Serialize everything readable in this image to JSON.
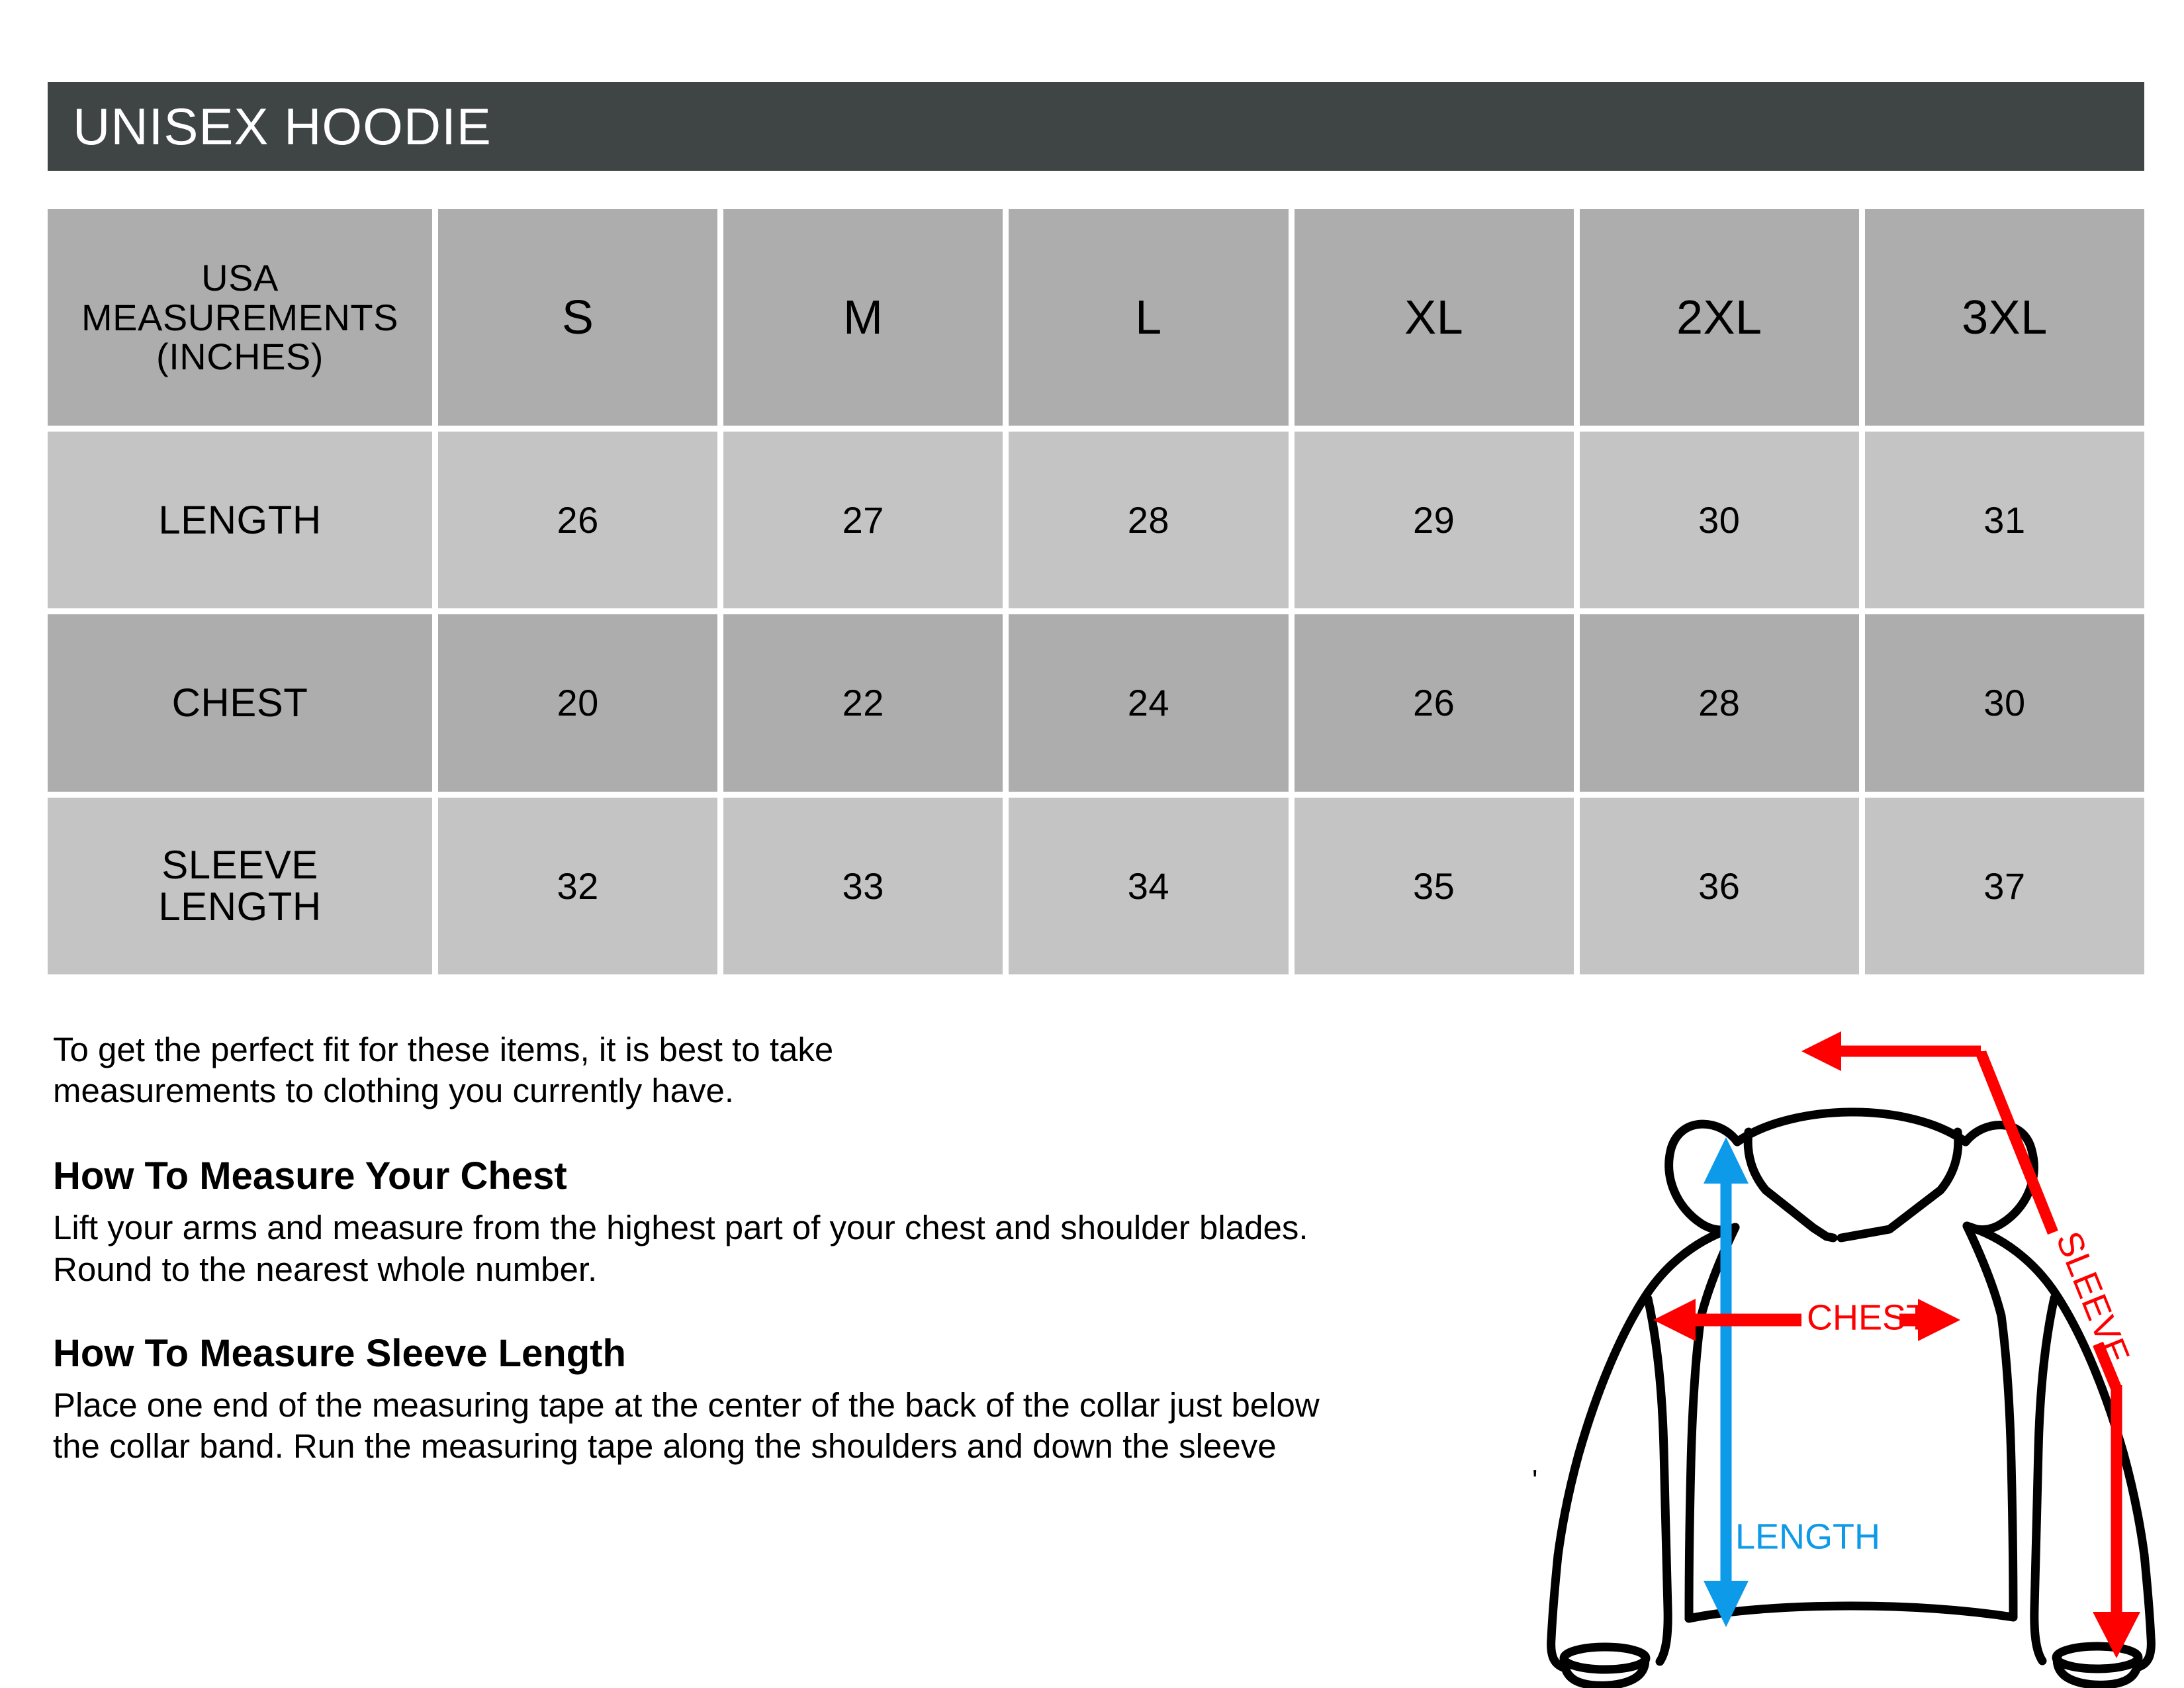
{
  "header": {
    "title": "UNISEX HOODIE",
    "bar_color": "#3e4544",
    "text_color": "#ffffff"
  },
  "size_table": {
    "row_shade_dark": "#adadad",
    "row_shade_light": "#c4c4c4",
    "corner_label": "USA\nMEASUREMENTS\n(INCHES)",
    "sizes": [
      "S",
      "M",
      "L",
      "XL",
      "2XL",
      "3XL"
    ],
    "rows": [
      {
        "label": "LENGTH",
        "values": [
          "26",
          "27",
          "28",
          "29",
          "30",
          "31"
        ]
      },
      {
        "label": "CHEST",
        "values": [
          "20",
          "22",
          "24",
          "26",
          "28",
          "30"
        ]
      },
      {
        "label": "SLEEVE\nLENGTH",
        "values": [
          "32",
          "33",
          "34",
          "35",
          "36",
          "37"
        ]
      }
    ]
  },
  "copy": {
    "intro": "To get the perfect fit for these items, it is best to take\nmeasurements to clothing you currently have.",
    "chest_heading": "How To Measure Your Chest",
    "chest_body": "Lift your arms and measure from the highest part of your chest and shoulder blades.\nRound to the nearest whole number.",
    "sleeve_heading": "How To Measure Sleeve Length",
    "sleeve_body": "Place one end of the measuring tape at the center of the back of the collar just below\nthe collar band. Run the measuring tape along the shoulders and down the sleeve",
    "stray_mark": "'"
  },
  "diagram": {
    "garment": "hoodie",
    "outline_color": "#000000",
    "length_label": "LENGTH",
    "length_color": "#0d9ae8",
    "chest_label": "CHEST",
    "chest_color": "#ff0000",
    "sleeve_label": "SLEEVE",
    "sleeve_color": "#ff0000"
  }
}
